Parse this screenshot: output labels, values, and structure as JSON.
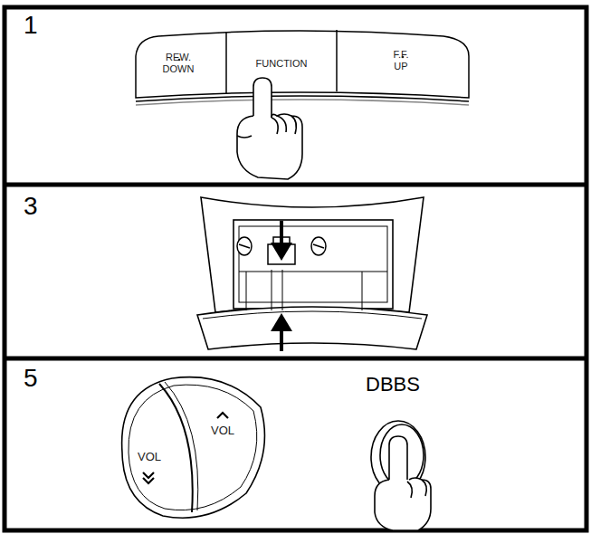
{
  "diagram": {
    "nodes": [
      {
        "text": [
          "REW. DOWN"
        ]
      },
      {
        "text": [
          "FUNCTION"
        ]
      },
      {
        "text": [
          "F.F. UP"
        ]
      },
      {
        "text": [
          "VOL"
        ]
      },
      {
        "text": [
          "VOL"
        ]
      }
    ],
    "labels": [
      "1",
      "3",
      "5",
      "DBBS"
    ]
  }
}
